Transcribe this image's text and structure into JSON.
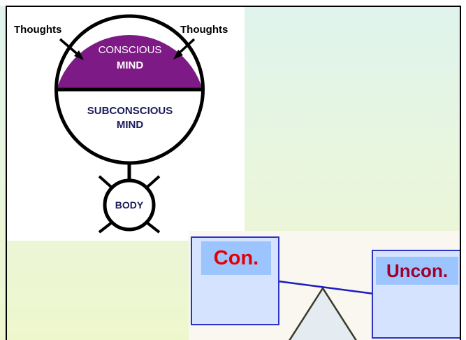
{
  "mind_diagram": {
    "thoughts_left": "Thoughts",
    "thoughts_right": "Thoughts",
    "conscious_line1": "CONSCIOUS",
    "conscious_line2": "MIND",
    "subconscious_line1": "SUBCONSCIOUS",
    "subconscious_line2": "MIND",
    "body": "BODY"
  },
  "balance": {
    "left_label": "Con.",
    "right_label": "Uncon."
  },
  "colors": {
    "conscious_fill": "#7e1a86",
    "conscious_text": "#ffffff",
    "subconscious_text": "#1b1b5a",
    "box_border": "#2b33c8",
    "box_fill": "#d5e3ff",
    "box_header": "#9cc4ff",
    "label_red": "#e60000",
    "label_dark_red": "#a0002a",
    "beam": "#1c1cc0"
  }
}
